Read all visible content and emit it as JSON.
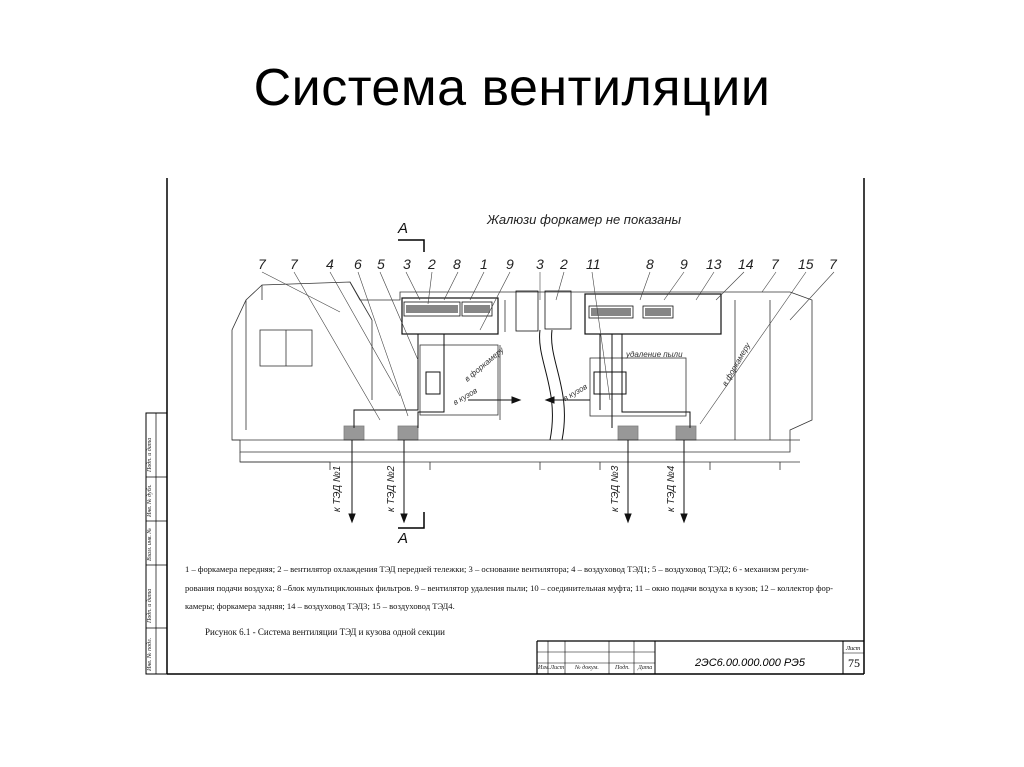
{
  "title": "Система вентиляции",
  "drawing": {
    "note": "Жалюзи форкамер не показаны",
    "section_marks": [
      "A",
      "A"
    ],
    "callouts": [
      "7",
      "7",
      "4",
      "6",
      "5",
      "3",
      "2",
      "8",
      "1",
      "9",
      "3",
      "2",
      "11",
      "8",
      "9",
      "13",
      "14",
      "7",
      "15",
      "7"
    ],
    "motor_labels": [
      "к ТЭД №1",
      "к ТЭД №2",
      "к ТЭД №3",
      "к ТЭД №4"
    ],
    "air_labels": [
      "в форкамеру",
      "в кузов",
      "в кузов",
      "в форкамеру",
      "удаление пыли"
    ]
  },
  "legend_lines": [
    "1 – форкамера передняя; 2 – вентилятор охлаждения ТЭД передней тележки; 3 – основание вентилятора; 4 – воздуховод ТЭД1; 5 – воздуховод ТЭД2; 6 - механизм регули-",
    "рования подачи воздуха; 8 –блок мультициклонных фильтров. 9 – вентилятор удаления пыли; 10 – соединительная муфта; 11 – окно подачи воздуха в кузов; 12 – коллектор фор-",
    "камеры; форкамера задняя; 14 – воздуховод ТЭД3; 15 – воздуховод ТЭД4."
  ],
  "figure_caption": "Рисунок 6.1 - Система вентиляции ТЭД и кузова одной секции",
  "stamp": {
    "side_labels": [
      "Подп. и дата",
      "Инв. № дубл.",
      "Взам. инв. №",
      "Подп. и дата",
      "Инв. № подл."
    ],
    "columns": [
      "Изм.",
      "Лист",
      "№ докум.",
      "Подп.",
      "Дата"
    ],
    "doc_code": "2ЭС6.00.000.000 РЭ5",
    "sheet_label": "Лист",
    "sheet_number": "75"
  }
}
